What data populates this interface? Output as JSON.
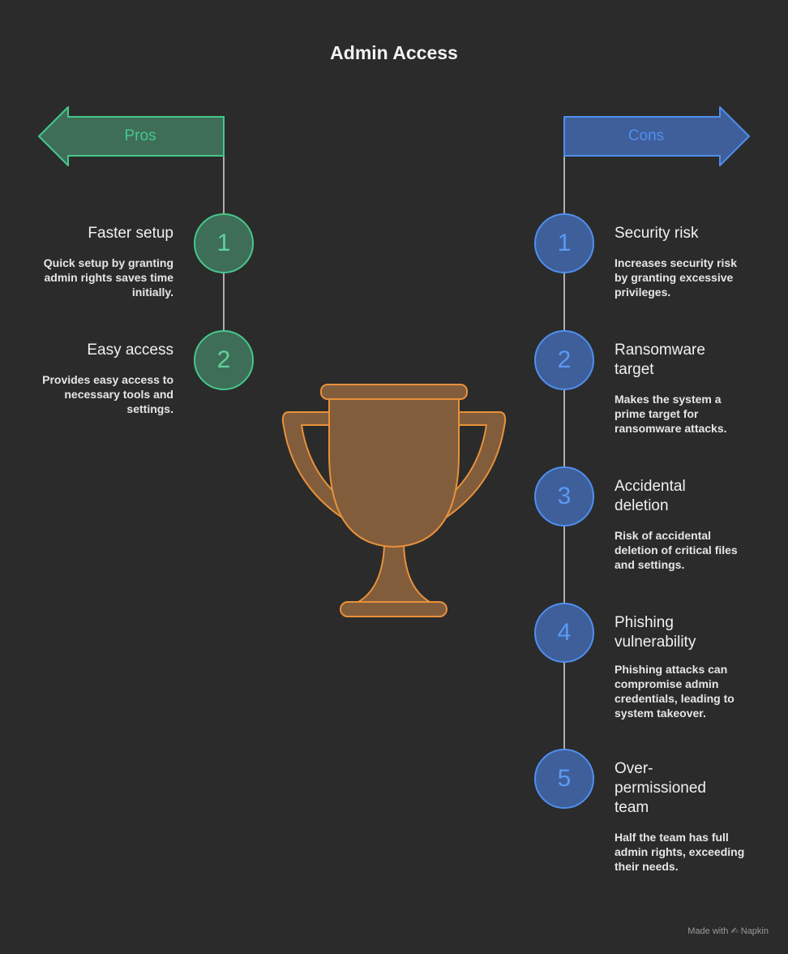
{
  "title": "Admin Access",
  "pros": {
    "label": "Pros",
    "items": [
      {
        "number": "1",
        "title": "Faster setup",
        "description": "Quick setup by granting admin rights saves time initially."
      },
      {
        "number": "2",
        "title": "Easy access",
        "description": "Provides easy access to necessary tools and settings."
      }
    ]
  },
  "cons": {
    "label": "Cons",
    "items": [
      {
        "number": "1",
        "title": "Security risk",
        "description": "Increases security risk by granting excessive privileges."
      },
      {
        "number": "2",
        "title": "Ransomware target",
        "description": "Makes the system a prime target for ransomware attacks."
      },
      {
        "number": "3",
        "title": "Accidental deletion",
        "description": "Risk of accidental deletion of critical files and settings."
      },
      {
        "number": "4",
        "title": "Phishing vulnerability",
        "description": "Phishing attacks can compromise admin credentials, leading to system takeover."
      },
      {
        "number": "5",
        "title": "Over-permissioned team",
        "description": "Half the team has full admin rights, exceeding their needs."
      }
    ]
  },
  "watermark": "Made with ✍ Napkin",
  "icons": {
    "center": "trophy-icon"
  },
  "colors": {
    "background": "#2b2b2b",
    "pros_fill": "#3f6e58",
    "pros_stroke": "#45c88a",
    "cons_fill": "#3f5f9a",
    "cons_stroke": "#4f8ff0",
    "trophy_fill": "#825d3c",
    "trophy_stroke": "#e8913a"
  }
}
